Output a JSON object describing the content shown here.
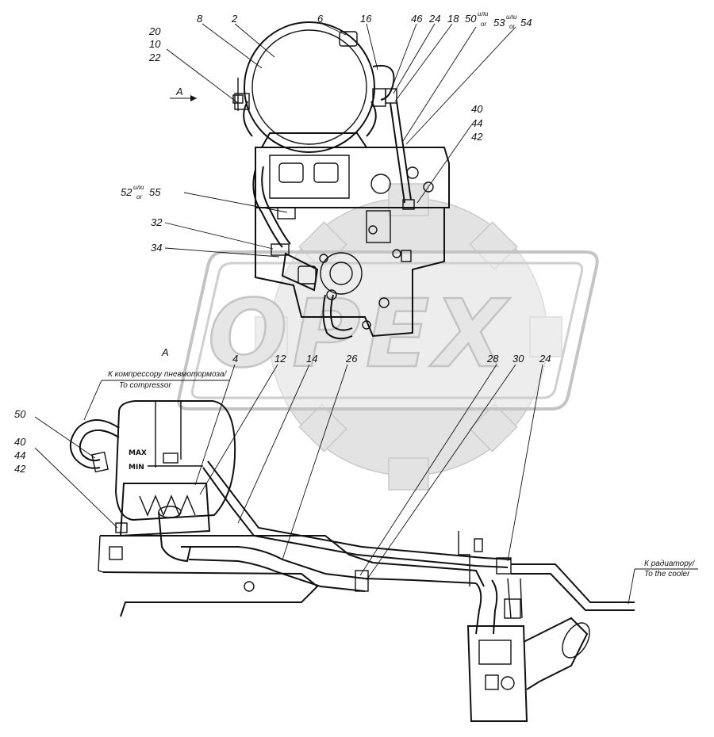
{
  "watermark": {
    "text": "OPEX"
  },
  "view_marker": "A",
  "callouts": {
    "c20": "20",
    "c10": "10",
    "c22": "22",
    "c8": "8",
    "c2": "2",
    "c6": "6",
    "c16": "16",
    "c46": "46",
    "c24a": "24",
    "c18": "18",
    "c50a": "50",
    "c50a_sup": "или",
    "c50a_sub": "or",
    "c53": "53",
    "c53_sup": "или",
    "c53_sub": "or",
    "c54": "54",
    "c40a": "40",
    "c44a": "44",
    "c42a": "42",
    "c52": "52",
    "c52_sup": "или",
    "c52_sub": "or",
    "c55": "55",
    "c32": "32",
    "c34": "34",
    "c4": "4",
    "c12": "12",
    "c14": "14",
    "c26": "26",
    "c28": "28",
    "c30": "30",
    "c24b": "24",
    "c50b": "50",
    "c40b": "40",
    "c44b": "44",
    "c42b": "42"
  },
  "notes": {
    "compressor_ru": "К компрессору пневмотормоза/",
    "compressor_en": "To compressor",
    "radiator_ru": "К радиатору/",
    "radiator_en": "To the cooler"
  },
  "tank_labels": {
    "max": "MAX",
    "min": "MIN"
  }
}
